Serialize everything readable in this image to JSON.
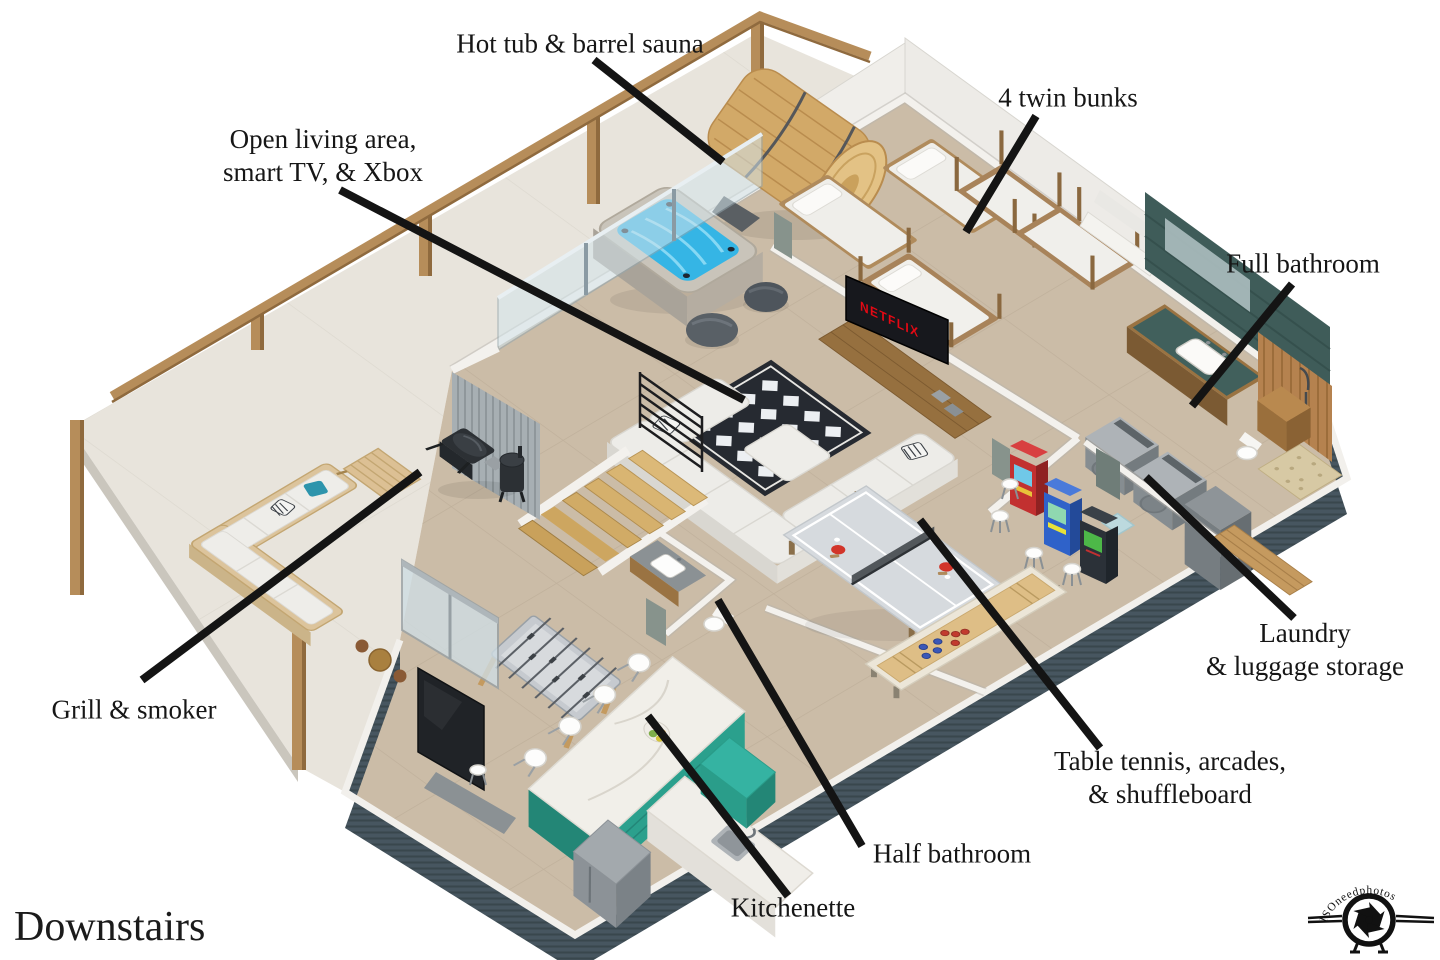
{
  "title": "Downstairs",
  "watermark": "ISOneedphotos",
  "tv_brand": "NETFLIX",
  "labels": {
    "hot_tub": {
      "text": "Hot tub & barrel sauna"
    },
    "bunks": {
      "text": "4 twin bunks"
    },
    "living": {
      "line1": "Open living area,",
      "line2": "smart TV, & Xbox"
    },
    "full_bath": {
      "text": "Full bathroom"
    },
    "grill": {
      "text": "Grill & smoker"
    },
    "laundry": {
      "line1": "Laundry",
      "line2": "& luggage storage"
    },
    "games": {
      "line1": "Table tennis, arcades,",
      "line2": "& shuffleboard"
    },
    "half_bath": {
      "text": "Half bathroom"
    },
    "kitchenette": {
      "text": "Kitchenette"
    }
  },
  "colors": {
    "background": "#ffffff",
    "deck": "#e8e4dc",
    "interior_floor": "#cbbca7",
    "siding": "#475660",
    "wood": "#b68d5a",
    "glass": "#d3e4eb",
    "hot_tub_water": "#35b5e5",
    "kitchen_teal": "#2ba08d",
    "netflix_red": "#e50914",
    "leader_line": "#141414",
    "label_ink": "#161616"
  }
}
